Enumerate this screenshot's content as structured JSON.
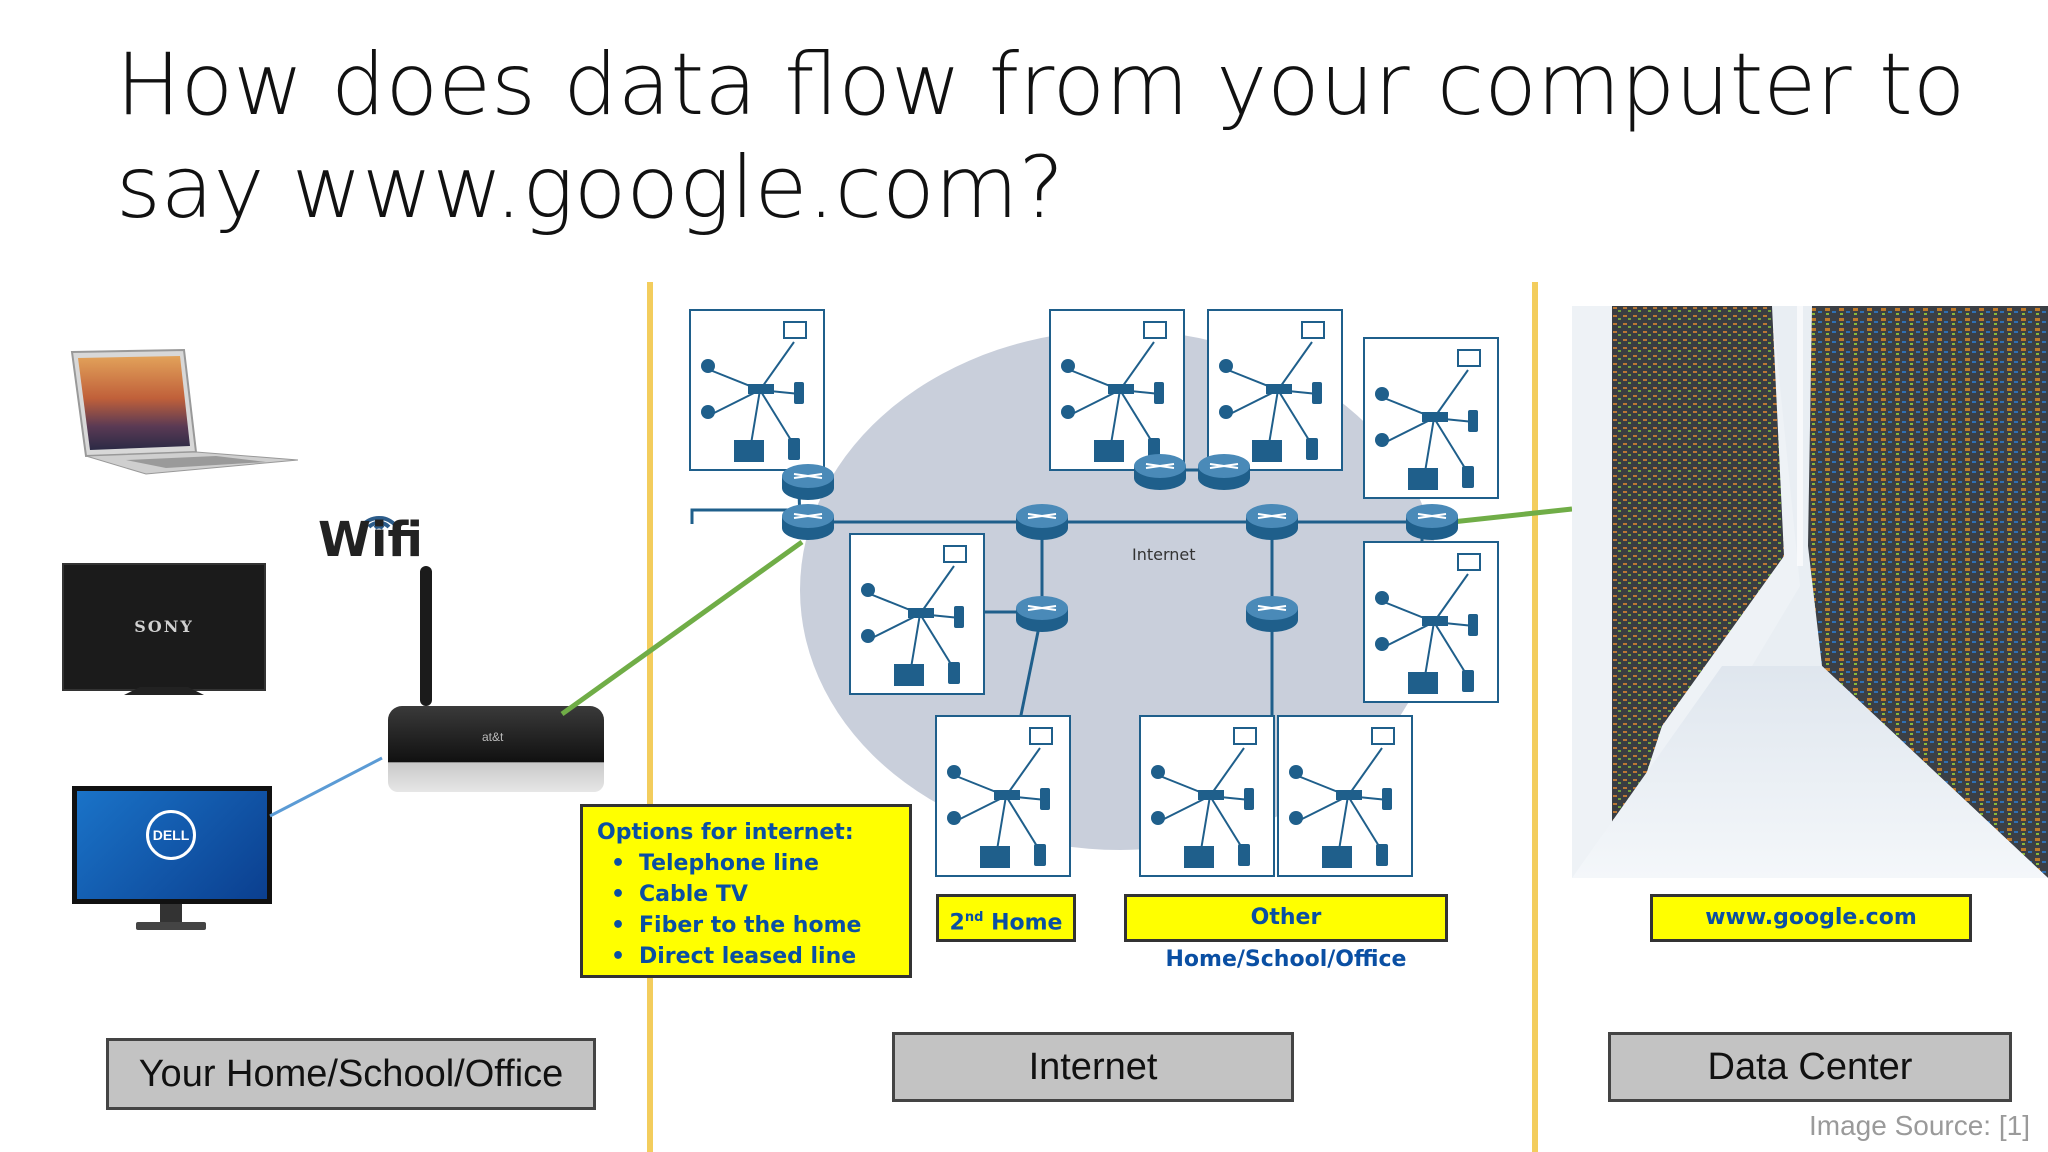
{
  "title": "How does data flow from your computer to say www.google.com?",
  "wifi_label": "Wifi",
  "tv_brand": "SONY",
  "monitor_brand": "DELL",
  "router_brand": "at&t",
  "internet_cloud_label": "Internet",
  "options_box": {
    "heading": "Options for internet:",
    "items": [
      "Telephone line",
      "Cable TV",
      "Fiber to the home",
      "Direct leased line"
    ]
  },
  "tags": {
    "second_home_base": "2",
    "second_home_sup": "nd",
    "second_home_rest": " Home",
    "other": "Other Home/School/Office",
    "google": "www.google.com"
  },
  "sections": {
    "home": "Your Home/School/Office",
    "internet": "Internet",
    "datacenter": "Data Center"
  },
  "image_source": "Image Source: [1]",
  "colors": {
    "divider": "#f3cd5d",
    "link_green": "#70ad47",
    "link_blue": "#5b9bd5",
    "router_blue": "#1f5f8b",
    "tag_yellow": "#ffff00",
    "tag_text": "#0a4fa3"
  }
}
